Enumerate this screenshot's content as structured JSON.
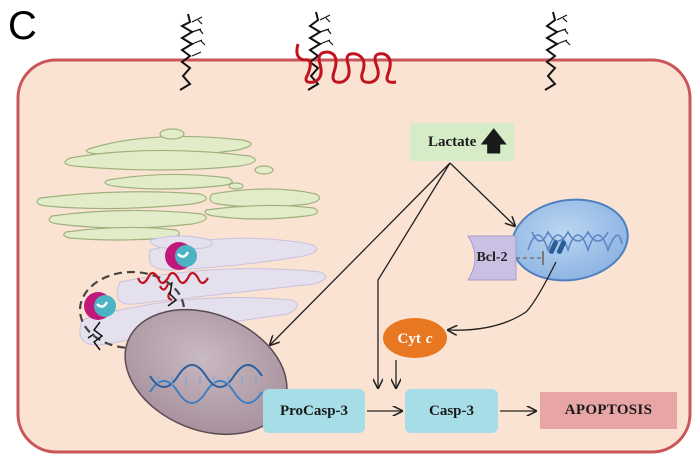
{
  "panel_letter": "C",
  "labels": {
    "lactate": "Lactate",
    "lactate_arrow": "🡅",
    "bcl2": "Bcl-2",
    "cyt": "Cyt",
    "cyt_italic": "c",
    "procasp3": "ProCasp-3",
    "casp3": "Casp-3",
    "apoptosis": "APOPTOSIS"
  },
  "colors": {
    "cell_fill": "#fbe3d4",
    "cell_border": "#c9575a",
    "golgi_fill": "#e2ecc9",
    "golgi_edge": "#9fb27d",
    "er_fill": "#e4e0ee",
    "nucleus_fill": "#b7a4ae",
    "dna": "#3b7fc4",
    "mito_fill": "#9fc2e8",
    "mito_edge": "#4f7fbf",
    "bcl2_fill": "#c9c0e4",
    "cytc_fill": "#e87722",
    "box_blue": "#a6dde6",
    "apoptosis_fill": "#e8a5a5",
    "lactate_fill": "#d6ebc8",
    "glyco_red": "#c1121f",
    "magenta": "#c2187a",
    "teal": "#4bb3c4"
  }
}
